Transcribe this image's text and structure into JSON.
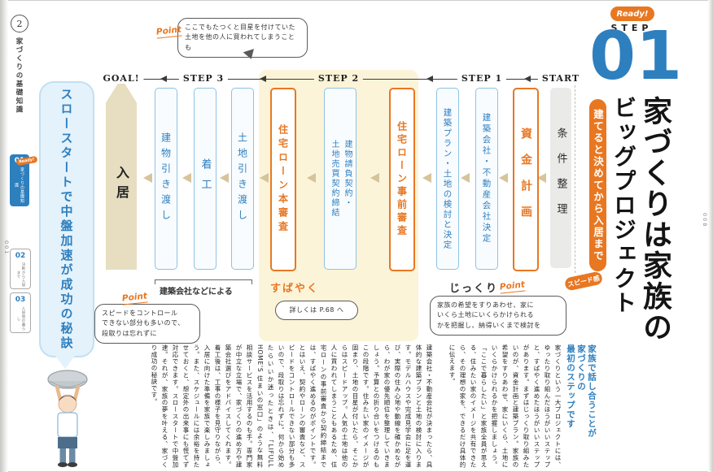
{
  "colors": {
    "accent_blue": "#2e7fbe",
    "accent_orange": "#e87722",
    "highlight_yellow": "#fcf4d8",
    "goal_tan": "#e7ddc0"
  },
  "spine": {
    "page_number": "2",
    "series_title": "家づくりの基礎知識",
    "folio_left": "001",
    "folio_right": "008",
    "tabs": [
      {
        "num": "01",
        "label": "家づくりの基礎知識",
        "badge": "Ready!"
      },
      {
        "num": "02",
        "label": "決断から入居まで"
      },
      {
        "num": "03",
        "label": "入居後の暮らし"
      }
    ]
  },
  "left_note": {
    "text": "スロースタートで中盤加速が成功の秘訣"
  },
  "header": {
    "ready_badge": "Ready!",
    "step_word": "STEP",
    "step_number": "01",
    "subtitle": "建てると決めてから入居まで",
    "title_line1": "家づくりは家族の",
    "title_line2": "ビッグプロジェクト"
  },
  "flow": {
    "stages": [
      {
        "label": "GOAL!"
      },
      {
        "label": "STEP 3"
      },
      {
        "label": "STEP 2"
      },
      {
        "label": "STEP 1"
      },
      {
        "label": "START"
      }
    ],
    "boxes": [
      {
        "label": "条件整理"
      },
      {
        "label": "資金計画"
      },
      {
        "label": "建築会社・不動産会社決定"
      },
      {
        "label": "建築プラン・土地の検討と決定"
      },
      {
        "label": "住宅ローン事前審査"
      },
      {
        "label": "建物請負契約・\n土地売買契約締結"
      },
      {
        "label": "住宅ローン本審査"
      },
      {
        "label": "土地引き渡し"
      },
      {
        "label": "着工"
      },
      {
        "label": "建物引き渡し"
      },
      {
        "label": "入居"
      }
    ],
    "point_label": "Point",
    "top_bubble": "ここでもたつくと目星を付けていた\n土地を他の人に買われてしまうことも",
    "builder_caption": "建築会社などによる",
    "step3_bubble": "スピードをコントロール\nできない部分も多いので、\n段取りは忘れずに",
    "fast_caption": "すばやく",
    "step2_bubble": "詳しくは P.68 へ",
    "slow_caption": "じっくり",
    "step1_bubble": "家族の希望をすりあわせ、家に\nいくら土地にいくらかけられる\nかを把握し、納得いくまで検討を",
    "speed_badge": "スピード感"
  },
  "body": {
    "lead": "家族で話し合うことが\n家づくりの\n最初のステップです",
    "right_text": "家づくりという一大プロジェクトには、ゆったり取り組んだほうがいいステップと、すばやく進めたほうがいいステップがあります。まずはじっくり取り組みたいのが、資金計画と建築プラン。家族の希望をすりあわせ、家にいくら、土地にいくらかけられるかを把握しましょう。「ここで暮らしたい」と家族全員が思える、住みたい家のイメージを共有できたら、その理想の家を、できるだけ具体的に伝えます。",
    "left_text": "建築会社・不動産会社が決まったら、具体的な建築プランと土地の検討に入ります。モデルハウスや完成見学会に足を運び、実際の住み心地や動線を確かめながら、わが家の優先順位を整理していきましょう。予算との折り合いをつけるのもこの段階です。住みたい家のイメージが固まり、土地の目星が付いたら、そこからはスピードアップ。人気の土地は他の人に買われてしまうこともあるため、住宅ローンの事前審査から契約締結までは、すばやく進めるのがポイントです。とはいえ、契約やローンの審査など、スピードをコントロールできない部分も多いので、段取りは忘れずに。何から始めたらいいか迷ったときは、「LIFULL HOME'S 住まいの窓口」のような無料相談サービスを活用するのも手。専門家が中立な立場で、家づくりの進め方や建築会社選びをアドバイスしてくれます。着工後は、工事の様子を見守りながら、入居に向けた準備を家族で楽しみましょう。また、スケジュールには余裕を持たせておくと、想定外の出来事にも慌てず対応できます。スロースタートで中盤加速。それが、家族の夢を叶える、家づくり成功の秘訣です。"
  }
}
